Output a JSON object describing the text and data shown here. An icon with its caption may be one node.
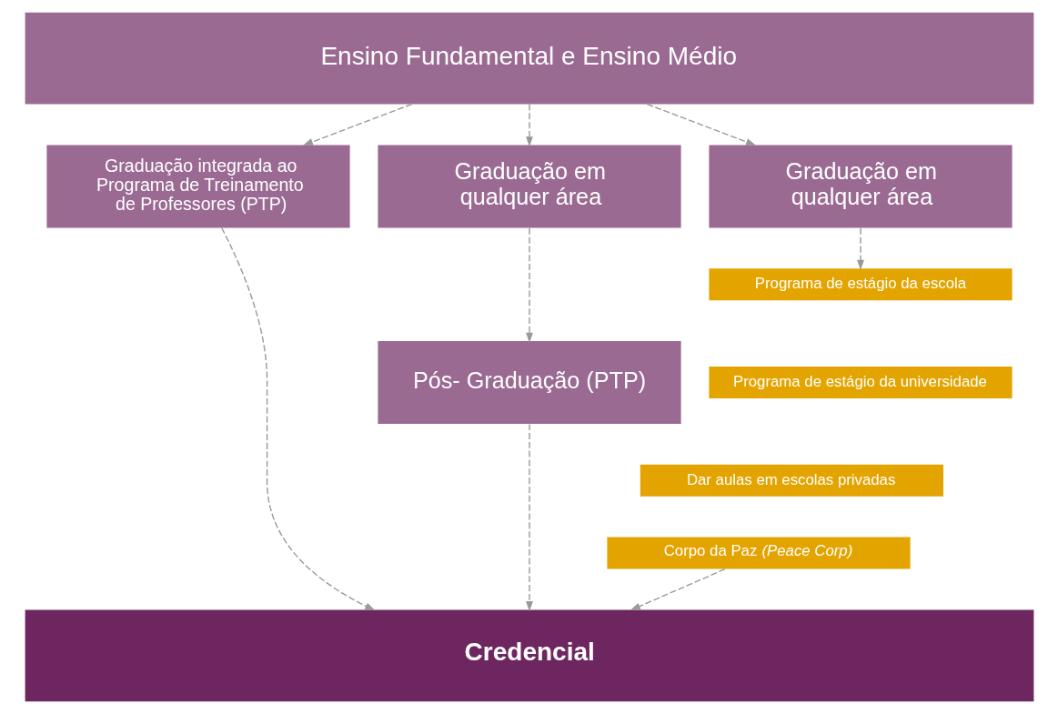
{
  "diagram": {
    "nodes": [
      {
        "text": [
          "Ensino Fundamental e Ensino Médio"
        ]
      },
      {
        "text": [
          "Graduação integrada ao Programa de Treinamento de Professores (PTP)"
        ]
      },
      {
        "text": [
          "Graduação em qualquer área"
        ]
      },
      {
        "text": [
          "Graduação em qualquer área"
        ]
      },
      {
        "text": [
          "Pós- Graduação (PTP)"
        ]
      },
      {
        "text": [
          "Programa de estágio da escola"
        ]
      },
      {
        "text": [
          "Programa de estágio da universidade"
        ]
      },
      {
        "text": [
          "Dar aulas em escolas privadas"
        ]
      },
      {
        "text": [
          "Corpo da Paz *(Peace Corp)*"
        ]
      },
      {
        "text": [
          "Credencial"
        ]
      }
    ],
    "edges": [
      {
        "from": 0,
        "to": 1,
        "arrow": "to",
        "style": "dashed"
      },
      {
        "from": 0,
        "to": 2,
        "arrow": "to",
        "style": "dashed"
      },
      {
        "from": 0,
        "to": 3,
        "arrow": "to",
        "style": "dashed"
      },
      {
        "from": 2,
        "to": 4,
        "arrow": "to",
        "style": "dashed"
      },
      {
        "from": 3,
        "to": 5,
        "arrow": "to",
        "style": "dashed"
      },
      {
        "from": 1,
        "to": 9,
        "arrow": "to",
        "style": "dashed"
      },
      {
        "from": 4,
        "to": 9,
        "arrow": "to",
        "style": "dashed"
      },
      {
        "from": 8,
        "to": 9,
        "arrow": "to",
        "style": "dashed"
      }
    ]
  }
}
